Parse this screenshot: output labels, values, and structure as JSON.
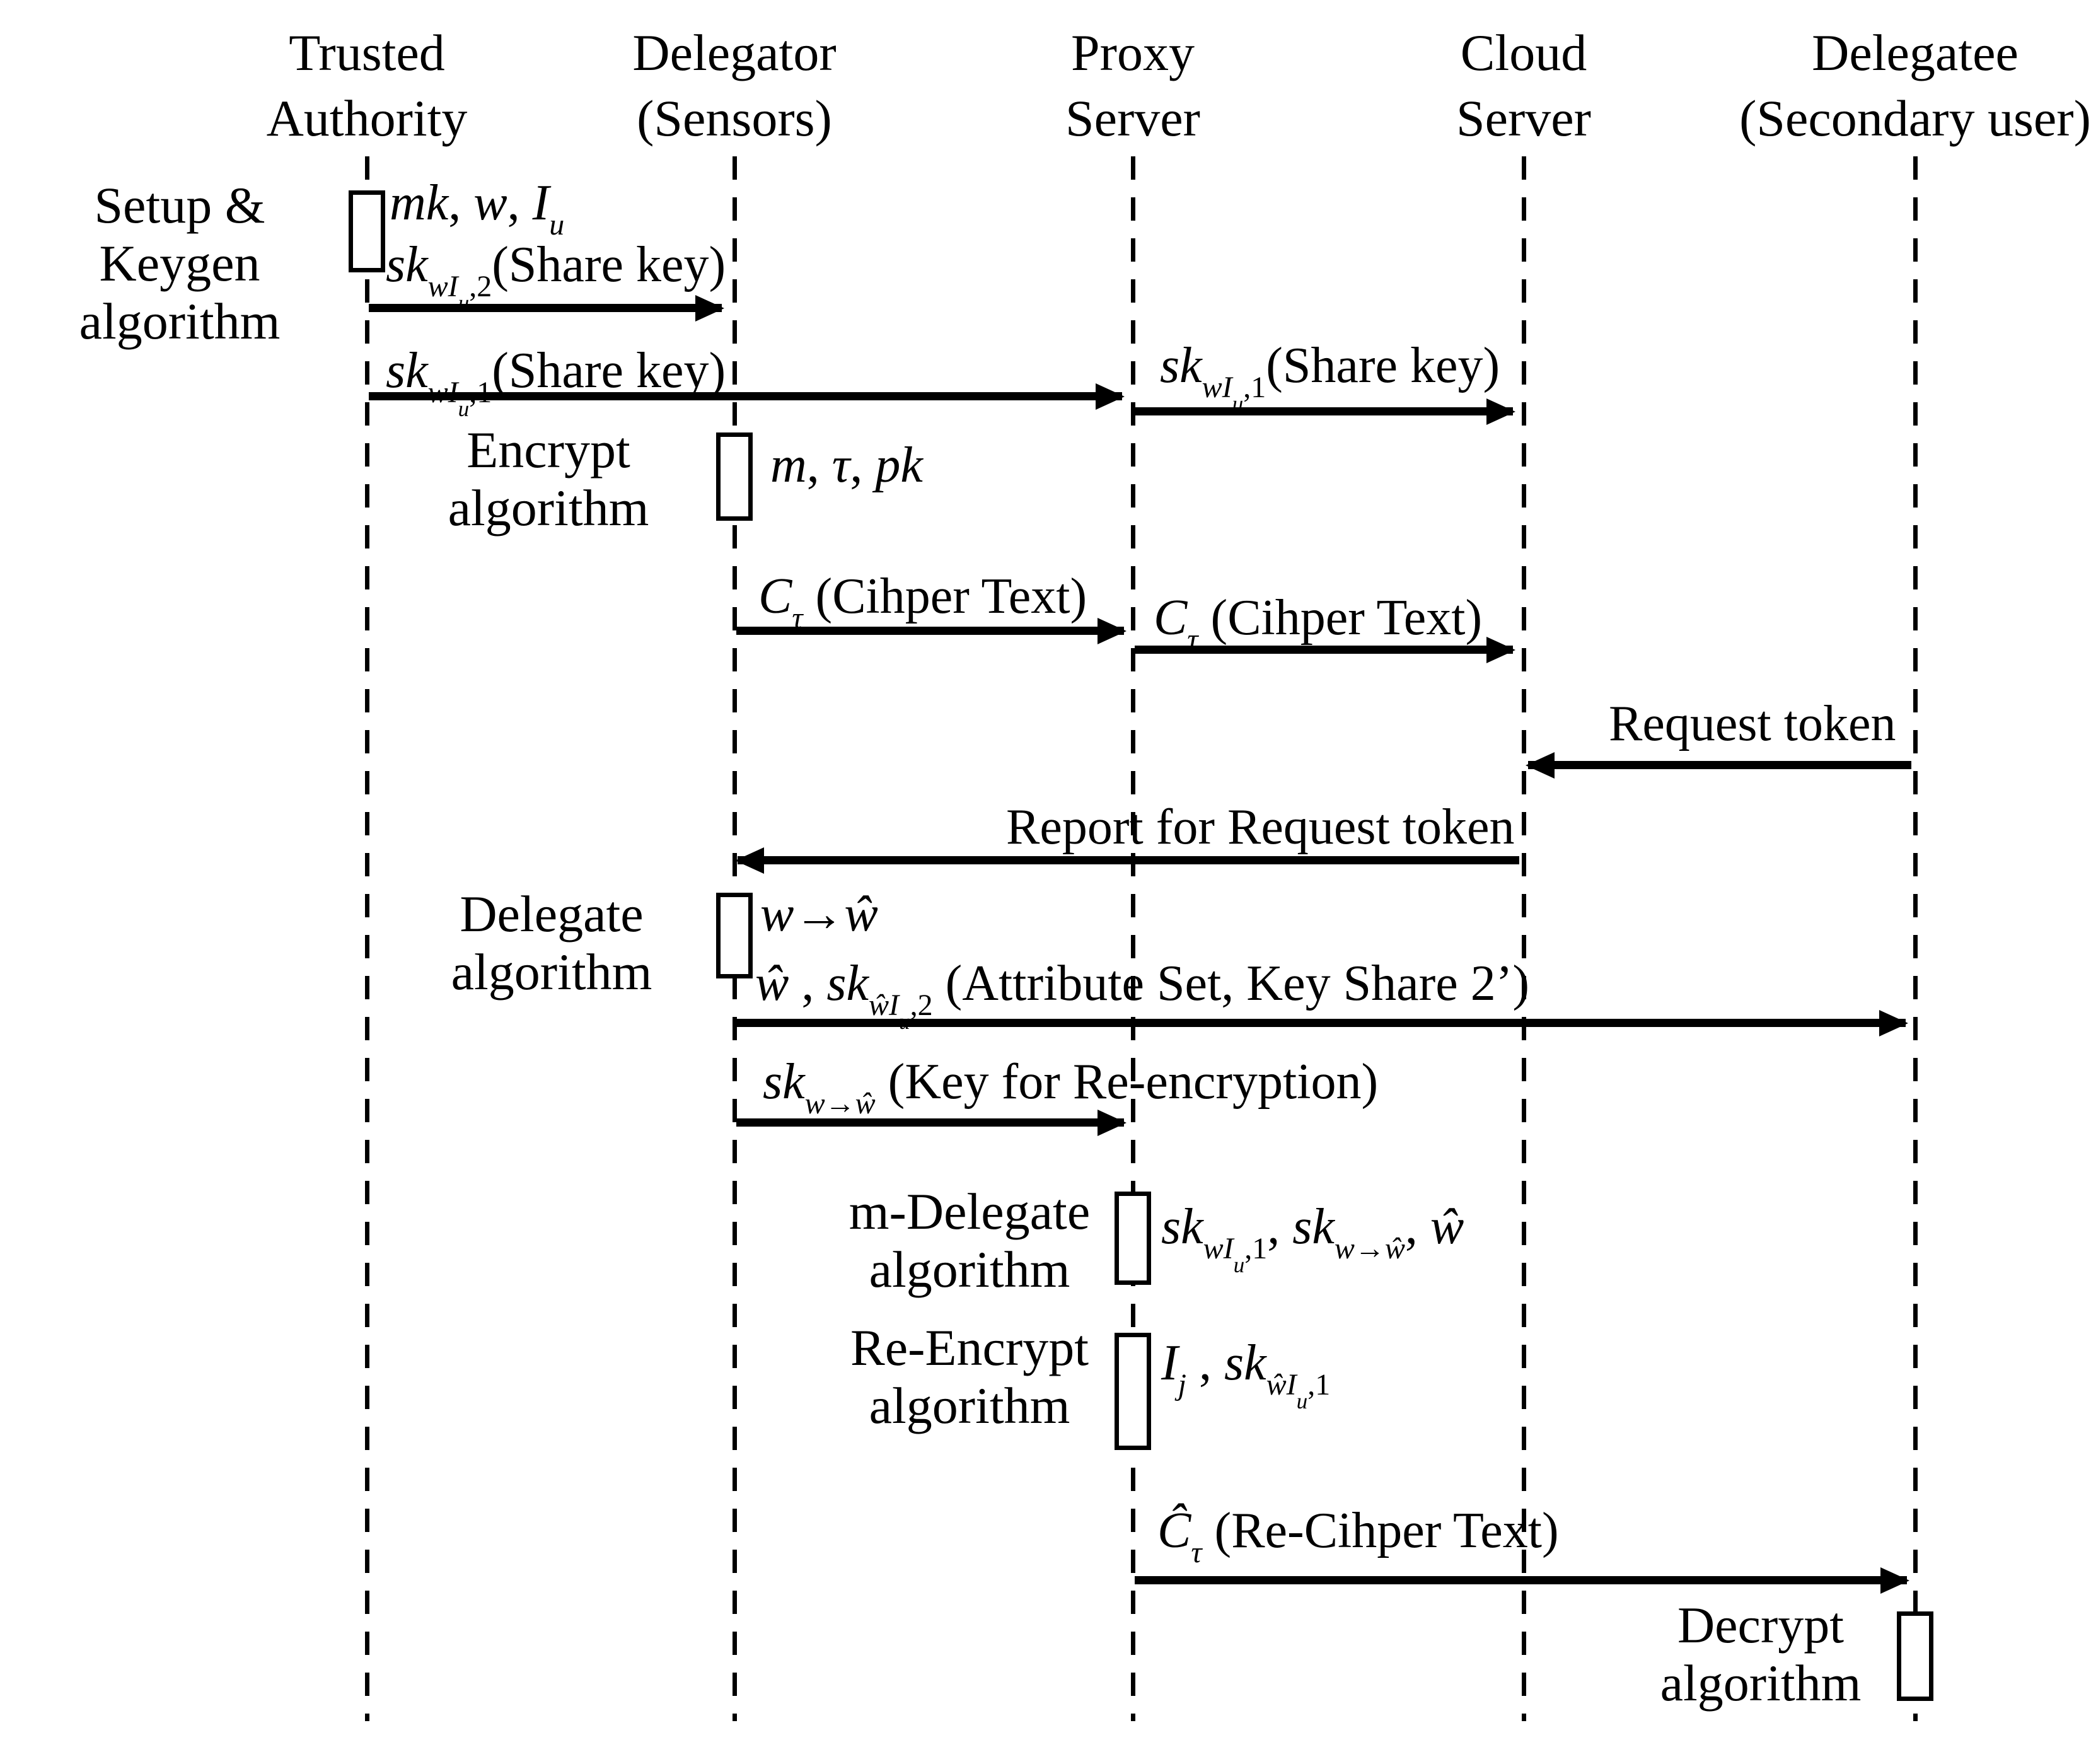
{
  "figure": {
    "type": "sequence-diagram",
    "colors": {
      "ink": "#000000",
      "paper": "#ffffff"
    },
    "actors": [
      {
        "id": "trusted-authority",
        "line1": "Trusted",
        "line2": "Authority"
      },
      {
        "id": "delegator",
        "line1": "Delegator",
        "line2": "(Sensors)"
      },
      {
        "id": "proxy-server",
        "line1": "Proxy",
        "line2": "Server"
      },
      {
        "id": "cloud-server",
        "line1": "Cloud",
        "line2": "Server"
      },
      {
        "id": "delegatee",
        "line1": "Delegatee",
        "line2": "(Secondary user)"
      }
    ],
    "algorithms": [
      {
        "id": "setup-keygen",
        "actor": "trusted-authority",
        "line1": "Setup & Keygen",
        "line2": "algorithm",
        "input": "setup_input"
      },
      {
        "id": "encrypt",
        "actor": "delegator",
        "line1": "Encrypt",
        "line2": "algorithm",
        "input": "encrypt_input"
      },
      {
        "id": "delegate",
        "actor": "delegator",
        "line1": "Delegate",
        "line2": "algorithm",
        "input": "delegate_map"
      },
      {
        "id": "m-delegate",
        "actor": "proxy-server",
        "line1": "m-Delegate",
        "line2": "algorithm",
        "input": "mdelegate_input"
      },
      {
        "id": "re-encrypt",
        "actor": "proxy-server",
        "line1": "Re-Encrypt",
        "line2": "algorithm",
        "input": "reencrypt_input"
      },
      {
        "id": "decrypt",
        "actor": "delegatee",
        "line1": "Decrypt",
        "line2": "algorithm",
        "input": ""
      }
    ],
    "labels": {
      "setup_input": [
        {
          "t": "mk",
          "s": "i"
        },
        {
          "t": ", ",
          "s": ""
        },
        {
          "t": "w",
          "s": "i"
        },
        {
          "t": ", ",
          "s": ""
        },
        {
          "t": "I",
          "s": "i"
        },
        {
          "t": "u",
          "s": "i1"
        }
      ],
      "share_key_2": [
        {
          "t": "sk",
          "s": "i"
        },
        {
          "t": "w",
          "s": "i1"
        },
        {
          "t": "I",
          "s": "i1"
        },
        {
          "t": "u",
          "s": "i2"
        },
        {
          "t": ",2",
          "s": "1"
        },
        {
          "t": "(Share key)",
          "s": ""
        }
      ],
      "share_key_1": [
        {
          "t": "sk",
          "s": "i"
        },
        {
          "t": "w",
          "s": "i1"
        },
        {
          "t": "I",
          "s": "i1"
        },
        {
          "t": "u",
          "s": "i2"
        },
        {
          "t": ",1",
          "s": "1"
        },
        {
          "t": "(Share key)",
          "s": ""
        }
      ],
      "encrypt_input": [
        {
          "t": "m",
          "s": "i"
        },
        {
          "t": ", ",
          "s": ""
        },
        {
          "t": "τ",
          "s": "i"
        },
        {
          "t": ", ",
          "s": ""
        },
        {
          "t": "pk",
          "s": "i"
        }
      ],
      "cipher_text": [
        {
          "t": "C",
          "s": "i"
        },
        {
          "t": "τ",
          "s": "i1"
        },
        {
          "t": " (Cihper Text)",
          "s": ""
        }
      ],
      "request_token": [
        {
          "t": "Request token",
          "s": ""
        }
      ],
      "report_request_token": [
        {
          "t": "Report for Request token",
          "s": ""
        }
      ],
      "delegate_map": [
        {
          "t": "w",
          "s": "i"
        },
        {
          "t": "→",
          "s": ""
        },
        {
          "t": "ŵ",
          "s": "i"
        }
      ],
      "attribute_set": [
        {
          "t": "ŵ",
          "s": "i"
        },
        {
          "t": " , ",
          "s": ""
        },
        {
          "t": "sk",
          "s": "i"
        },
        {
          "t": "ŵ",
          "s": "i1"
        },
        {
          "t": "I",
          "s": "i1"
        },
        {
          "t": "u",
          "s": "i2"
        },
        {
          "t": ",2",
          "s": "1"
        },
        {
          "t": " (Attribute Set, Key Share 2’)",
          "s": ""
        }
      ],
      "reencryption_key": [
        {
          "t": "sk",
          "s": "i"
        },
        {
          "t": "w",
          "s": "i1"
        },
        {
          "t": "→",
          "s": "1"
        },
        {
          "t": "ŵ",
          "s": "i1"
        },
        {
          "t": " (Key for Re-encryption)",
          "s": ""
        }
      ],
      "mdelegate_input": [
        {
          "t": "sk",
          "s": "i"
        },
        {
          "t": "w",
          "s": "i1"
        },
        {
          "t": "I",
          "s": "i1"
        },
        {
          "t": "u",
          "s": "i2"
        },
        {
          "t": ",1",
          "s": "1"
        },
        {
          "t": ", ",
          "s": ""
        },
        {
          "t": "sk",
          "s": "i"
        },
        {
          "t": "w",
          "s": "i1"
        },
        {
          "t": "→",
          "s": "1"
        },
        {
          "t": "ŵ",
          "s": "i1"
        },
        {
          "t": ", ",
          "s": ""
        },
        {
          "t": "ŵ",
          "s": "i"
        }
      ],
      "reencrypt_input": [
        {
          "t": "I",
          "s": "i"
        },
        {
          "t": "j",
          "s": "i1"
        },
        {
          "t": " , ",
          "s": ""
        },
        {
          "t": "sk",
          "s": "i"
        },
        {
          "t": "ŵ",
          "s": "i1"
        },
        {
          "t": "I",
          "s": "i1"
        },
        {
          "t": "u",
          "s": "i2"
        },
        {
          "t": ",1",
          "s": "1"
        }
      ],
      "recipher_text": [
        {
          "t": "Ĉ",
          "s": "i"
        },
        {
          "t": "τ",
          "s": "i1"
        },
        {
          "t": " (Re-Cihper Text)",
          "s": ""
        }
      ]
    },
    "flows": [
      {
        "from": "trusted-authority",
        "to": "delegator",
        "label": "share_key_2"
      },
      {
        "from": "trusted-authority",
        "to": "proxy-server",
        "label": "share_key_1"
      },
      {
        "from": "proxy-server",
        "to": "cloud-server",
        "label": "share_key_1"
      },
      {
        "from": "delegator",
        "to": "proxy-server",
        "label": "cipher_text"
      },
      {
        "from": "proxy-server",
        "to": "cloud-server",
        "label": "cipher_text"
      },
      {
        "from": "delegatee",
        "to": "cloud-server",
        "label": "request_token"
      },
      {
        "from": "cloud-server",
        "to": "delegator",
        "label": "report_request_token"
      },
      {
        "from": "delegator",
        "to": "delegatee",
        "label": "attribute_set"
      },
      {
        "from": "delegator",
        "to": "proxy-server",
        "label": "reencryption_key"
      },
      {
        "from": "proxy-server",
        "to": "delegatee",
        "label": "recipher_text"
      }
    ]
  }
}
